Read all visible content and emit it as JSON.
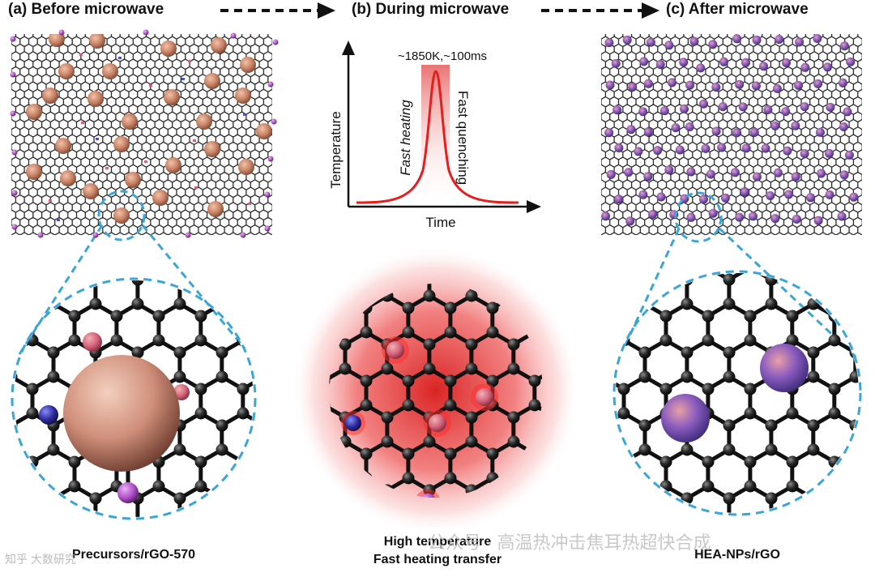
{
  "panels": {
    "before": {
      "title": "(a) Before microwave",
      "caption": "Precursors/rGO-570"
    },
    "during": {
      "title": "(b) During microwave",
      "caption_line1": "High temperature",
      "caption_line2": "Fast heating transfer",
      "peak_label": "~1850K,~100ms",
      "heating_label": "Fast heating",
      "quenching_label": "Fast quenching",
      "y_axis_label": "Temperature",
      "x_axis_label": "Time"
    },
    "after": {
      "title": "(c) After microwave",
      "caption": "HEA-NPs/rGO"
    }
  },
  "watermark": "公众号 · 高温热冲击焦耳热超快合成",
  "corner_mark": "知乎 大数研究",
  "colors": {
    "carbon": "#222222",
    "precursor_sphere": "#c98466",
    "nanoparticle": "#8a5cbf",
    "pink_atom": "#d3627a",
    "blue_atom": "#2d2d9c",
    "violet_atom": "#b051c9",
    "zoom_outline": "#3aa6d8",
    "heat_glow": "#e02020"
  }
}
